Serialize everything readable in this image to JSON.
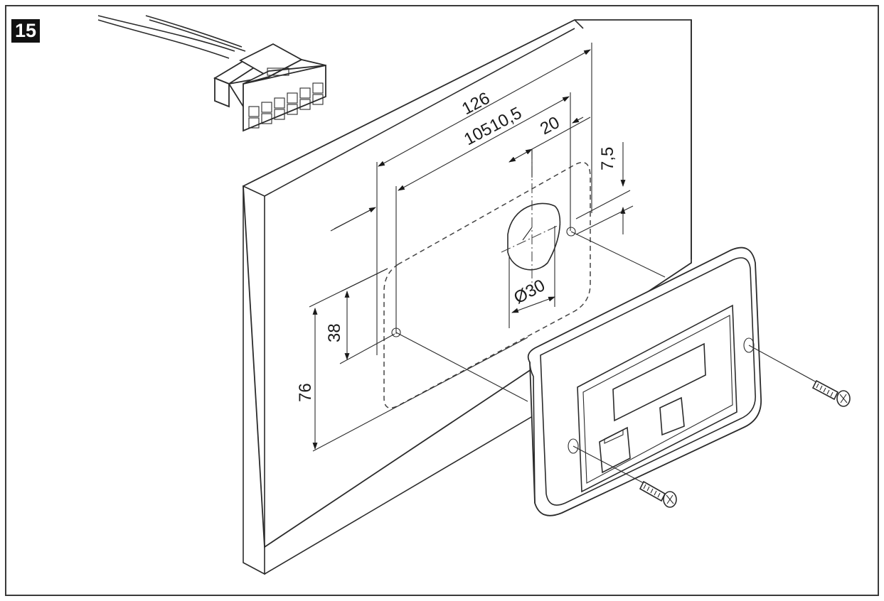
{
  "step": {
    "number": "15"
  },
  "dimensions": {
    "width_outer": "126",
    "width_holes": "105",
    "offset_side": "10,5",
    "hole_offset": "20",
    "hole_vertical": "7,5",
    "hole_diameter": "Ø30",
    "height_half": "38",
    "height_outer": "76"
  },
  "colors": {
    "line": "#2b2b2b",
    "badge_bg": "#111111",
    "badge_text": "#ffffff"
  },
  "icons": [
    "connector-plug",
    "wall-panel",
    "control-panel-device",
    "mounting-screw"
  ]
}
